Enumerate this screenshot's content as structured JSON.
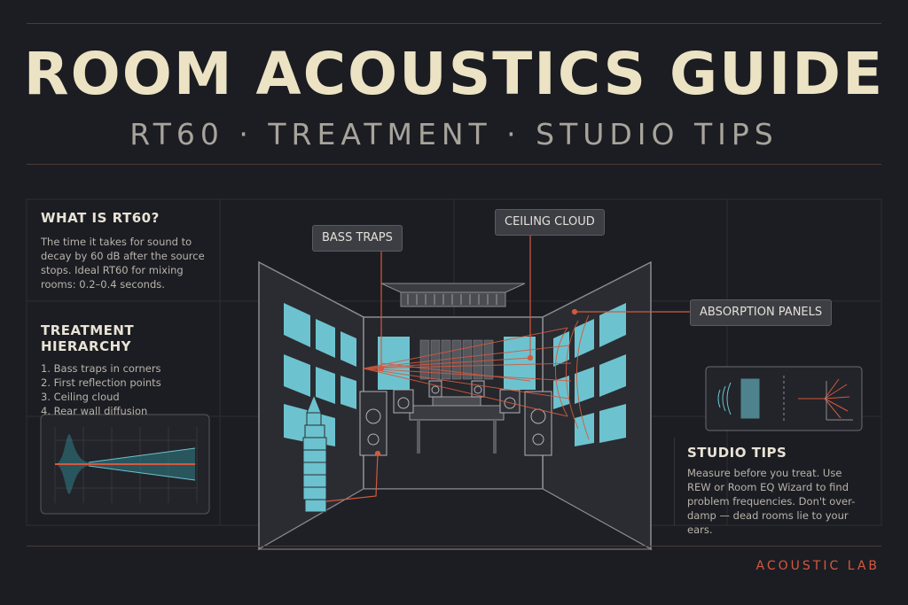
{
  "title": "ROOM ACOUSTICS GUIDE",
  "subtitle": "RT60 · TREATMENT · STUDIO TIPS",
  "rt60": {
    "heading": "WHAT IS RT60?",
    "body": "The time it takes for sound to decay by 60 dB after the source stops. Ideal RT60 for mixing rooms: 0.2–0.4 seconds."
  },
  "hierarchy": {
    "heading": "TREATMENT HIERARCHY",
    "items": [
      "1. Bass traps in corners",
      "2. First reflection points",
      "3. Ceiling cloud",
      "4. Rear wall diffusion"
    ]
  },
  "callouts": {
    "bass_traps": "BASS TRAPS",
    "ceiling_cloud": "CEILING CLOUD",
    "absorption_panels": "ABSORPTION PANELS"
  },
  "tips": {
    "heading": "STUDIO TIPS",
    "body": "Measure before you treat. Use REW or Room EQ Wizard to find problem frequencies. Don't over-damp — dead rooms lie to your ears."
  },
  "brand": "ACOUSTIC LAB",
  "colors": {
    "accent": "#d4593f",
    "panel_cyan": "#6cc3cf",
    "title": "#ece3c4",
    "background": "#1c1d22"
  }
}
